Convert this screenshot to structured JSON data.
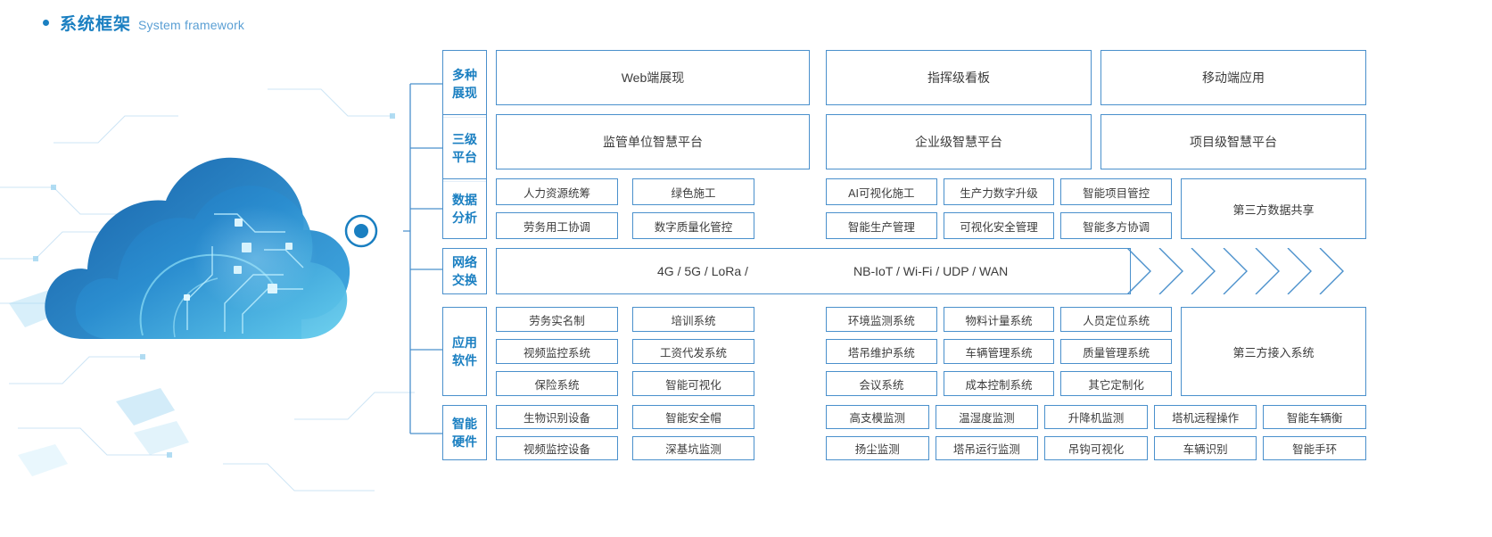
{
  "heading": {
    "bullet": "bullet-dot",
    "title_cn": "系统框架",
    "title_en": "System framework"
  },
  "colors": {
    "accent": "#1a7fc1",
    "border": "#4a90cc",
    "text": "#3c3c3c",
    "cloud_dark": "#1769b0",
    "cloud_mid": "#2a8fd0",
    "cloud_light": "#6fd0ee"
  },
  "artwork": {
    "name": "cloud-network-illustration",
    "node_label": "connection-node"
  },
  "rows": [
    {
      "id": "presentation",
      "label": [
        "多种",
        "展现"
      ],
      "type": "big",
      "left_group": [
        "Web端展现"
      ],
      "right_group": [
        "指挥级看板",
        "移动端应用"
      ]
    },
    {
      "id": "platform",
      "label": [
        "三级",
        "平台"
      ],
      "type": "big",
      "left_group": [
        "监管单位智慧平台"
      ],
      "right_group": [
        "企业级智慧平台",
        "项目级智慧平台"
      ]
    },
    {
      "id": "data-analysis",
      "label": [
        "数据",
        "分析"
      ],
      "type": "grid2",
      "left_cols": 2,
      "left_items": [
        "人力资源统筹",
        "绿色施工",
        "劳务用工协调",
        "数字质量化管控"
      ],
      "right_cols": 3,
      "right_items": [
        "AI可视化施工",
        "生产力数字升级",
        "智能项目管控",
        "智能生产管理",
        "可视化安全管理",
        "智能多方协调"
      ],
      "tail": "第三方数据共享"
    },
    {
      "id": "network-exchange",
      "label": [
        "网络",
        "交换"
      ],
      "type": "netbar",
      "text_left": "4G / 5G / LoRa /",
      "text_right": "NB-IoT / Wi-Fi / UDP / WAN",
      "chevron_count": 7
    },
    {
      "id": "application-software",
      "label": [
        "应用",
        "软件"
      ],
      "type": "grid3",
      "left_cols": 2,
      "left_items": [
        "劳务实名制",
        "培训系统",
        "视频监控系统",
        "工资代发系统",
        "保险系统",
        "智能可视化"
      ],
      "right_cols": 3,
      "right_items": [
        "环境监测系统",
        "物料计量系统",
        "人员定位系统",
        "塔吊维护系统",
        "车辆管理系统",
        "质量管理系统",
        "会议系统",
        "成本控制系统",
        "其它定制化"
      ],
      "tail": "第三方接入系统"
    },
    {
      "id": "smart-hardware",
      "label": [
        "智能",
        "硬件"
      ],
      "type": "grid-hw",
      "left_cols": 2,
      "left_items": [
        "生物识别设备",
        "智能安全帽",
        "视频监控设备",
        "深基坑监测"
      ],
      "right_cols": 5,
      "right_items": [
        "高支模监测",
        "温湿度监测",
        "升降机监测",
        "塔机远程操作",
        "智能车辆衡",
        "扬尘监测",
        "塔吊运行监测",
        "吊钩可视化",
        "车辆识别",
        "智能手环"
      ]
    }
  ]
}
